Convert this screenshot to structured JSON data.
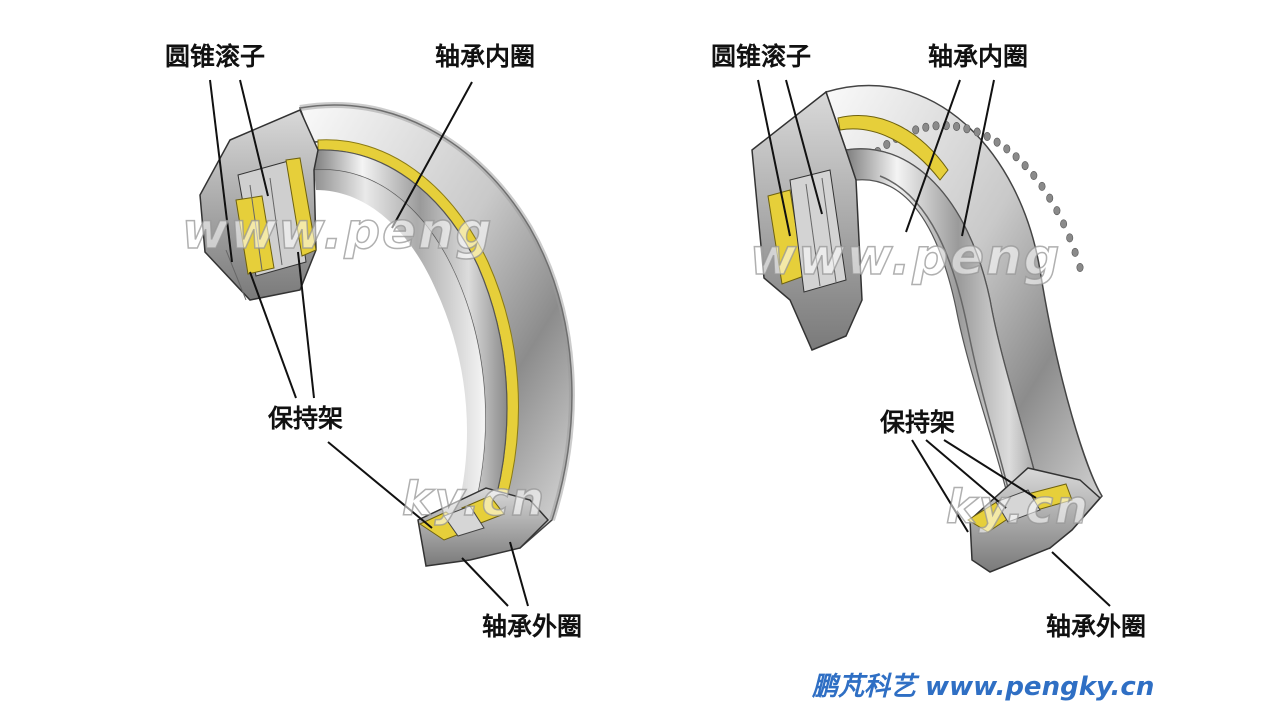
{
  "colors": {
    "cage": "#e6cf3a",
    "steel_light": "#f2f2f2",
    "steel_mid": "#bdbdbd",
    "steel_dark": "#6d6d6d",
    "line": "#111111",
    "site_text": "#2f6fc4"
  },
  "left_bearing": {
    "label_roller": "圆锥滚子",
    "label_inner_ring": "轴承内圈",
    "label_cage": "保持架",
    "label_outer_ring": "轴承外圈"
  },
  "right_bearing": {
    "label_roller": "圆锥滚子",
    "label_inner_ring": "轴承内圈",
    "label_cage": "保持架",
    "label_outer_ring": "轴承外圈"
  },
  "watermark": {
    "left_top": "www.peng",
    "left_bottom": "ky.cn",
    "right_top": "www.peng",
    "right_bottom": "ky.cn"
  },
  "footer": {
    "site": "鹏芃科艺 www.pengky.cn"
  }
}
